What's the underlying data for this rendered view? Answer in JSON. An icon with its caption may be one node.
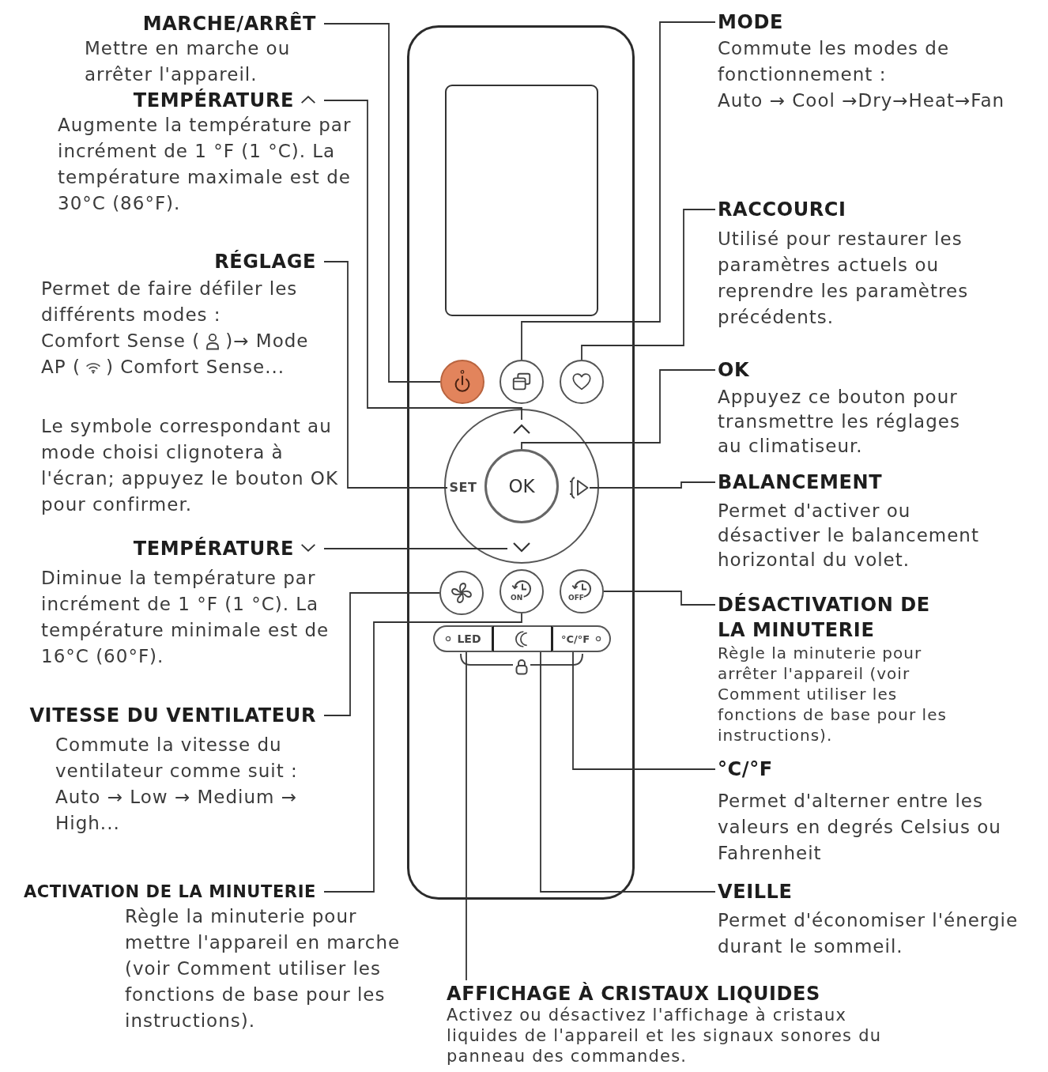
{
  "diagram": {
    "nodes": [
      {
        "text": [
          "MARCHE/ARRÊT",
          "Mettre en marche ou arrêter l'appareil."
        ]
      },
      {
        "text": [
          "TEMPÉRATURE",
          "Augmente la température par incrément de 1 °F (1 °C). La température maximale est de 30°C (86°F)."
        ]
      },
      {
        "text": [
          "RÉGLAGE",
          "Permet de faire défiler les différents modes :",
          "Comfort Sense (",
          ")→ Mode",
          "AP (",
          ") Comfort Sense...",
          "Le symbole correspondant au mode choisi clignotera à l'écran; appuyez le bouton OK pour confirmer."
        ]
      },
      {
        "text": [
          "TEMPÉRATURE",
          "Diminue la température par incrément de 1 °F (1 °C). La température minimale est de 16°C (60°F)."
        ]
      },
      {
        "text": [
          "VITESSE DU VENTILATEUR",
          "Commute la vitesse du ventilateur comme suit : Auto → Low → Medium → High..."
        ]
      },
      {
        "text": [
          "ACTIVATION DE LA MINUTERIE",
          "Règle la minuterie pour mettre l'appareil en marche (voir Comment utiliser les fonctions de base pour les instructions)."
        ]
      },
      {
        "text": [],
        "shape": "box"
      },
      {
        "text": [],
        "shape": "box",
        "in": 6
      },
      {
        "text": [],
        "shape": "circle",
        "in": 6
      },
      {
        "text": [],
        "shape": "circle",
        "in": 6
      },
      {
        "text": [],
        "shape": "circle",
        "in": 6
      },
      {
        "text": [],
        "shape": "circle",
        "in": 6
      },
      {
        "text": [],
        "shape": "chevron",
        "in": 11
      },
      {
        "text": [
          "SET"
        ],
        "in": 11
      },
      {
        "text": [
          "OK"
        ],
        "in": 11
      },
      {
        "text": [],
        "shape": "triangle",
        "in": 11
      },
      {
        "text": [],
        "shape": "chevron",
        "in": 11
      },
      {
        "text": [],
        "shape": "circle",
        "in": 6
      },
      {
        "text": [
          "ON"
        ],
        "in": 6
      },
      {
        "text": [
          "OFF"
        ],
        "in": 6
      },
      {
        "text": [
          "LED"
        ],
        "in": 6
      },
      {
        "text": [],
        "shape": "box",
        "in": 6
      },
      {
        "text": [
          "°C/°F"
        ],
        "in": 6
      },
      {
        "text": [
          "MODE",
          "Commute les modes de fonctionnement :",
          "Auto → Cool →Dry→Heat→Fan"
        ]
      },
      {
        "text": [
          "RACCOURCI",
          "Utilisé pour restaurer les paramètres actuels ou reprendre les paramètres précédents."
        ]
      },
      {
        "text": [
          "OK",
          "Appuyez ce bouton pour transmettre les réglages au climatiseur."
        ]
      },
      {
        "text": [
          "BALANCEMENT",
          "Permet d'activer ou désactiver le balancement horizontal du volet."
        ]
      },
      {
        "text": [
          "DÉSACTIVATION DE LA MINUTERIE",
          "Règle la minuterie pour arrêter l'appareil (voir Comment utiliser les fonctions de base pour les instructions)."
        ]
      },
      {
        "text": [
          "°C/°F",
          "Permet d'alterner entre les valeurs en degrés Celsius ou Fahrenheit"
        ]
      },
      {
        "text": [
          "VEILLE",
          "Permet d'économiser l'énergie durant le sommeil."
        ]
      },
      {
        "text": [
          "AFFICHAGE À CRISTAUX LIQUIDES",
          "Activez ou désactivez l'affichage à cristaux liquides de l'appareil et les signaux sonores du panneau des commandes."
        ]
      }
    ],
    "edges": [
      {
        "from": 0,
        "to": 8,
        "arrow": "none"
      },
      {
        "from": 1,
        "to": 12,
        "arrow": "none"
      },
      {
        "from": 2,
        "to": 13,
        "arrow": "none"
      },
      {
        "from": 3,
        "to": 16,
        "arrow": "none"
      },
      {
        "from": 4,
        "to": 17,
        "arrow": "none"
      },
      {
        "from": 5,
        "to": 18,
        "arrow": "none"
      },
      {
        "from": 23,
        "to": 9,
        "arrow": "none"
      },
      {
        "from": 24,
        "to": 10,
        "arrow": "none"
      },
      {
        "from": 25,
        "to": 14,
        "arrow": "none"
      },
      {
        "from": 26,
        "to": 15,
        "arrow": "none"
      },
      {
        "from": 27,
        "to": 19,
        "arrow": "none"
      },
      {
        "from": 28,
        "to": 22,
        "arrow": "none"
      },
      {
        "from": 29,
        "to": 21,
        "arrow": "none"
      },
      {
        "from": 30,
        "to": 20,
        "arrow": "none"
      }
    ]
  }
}
